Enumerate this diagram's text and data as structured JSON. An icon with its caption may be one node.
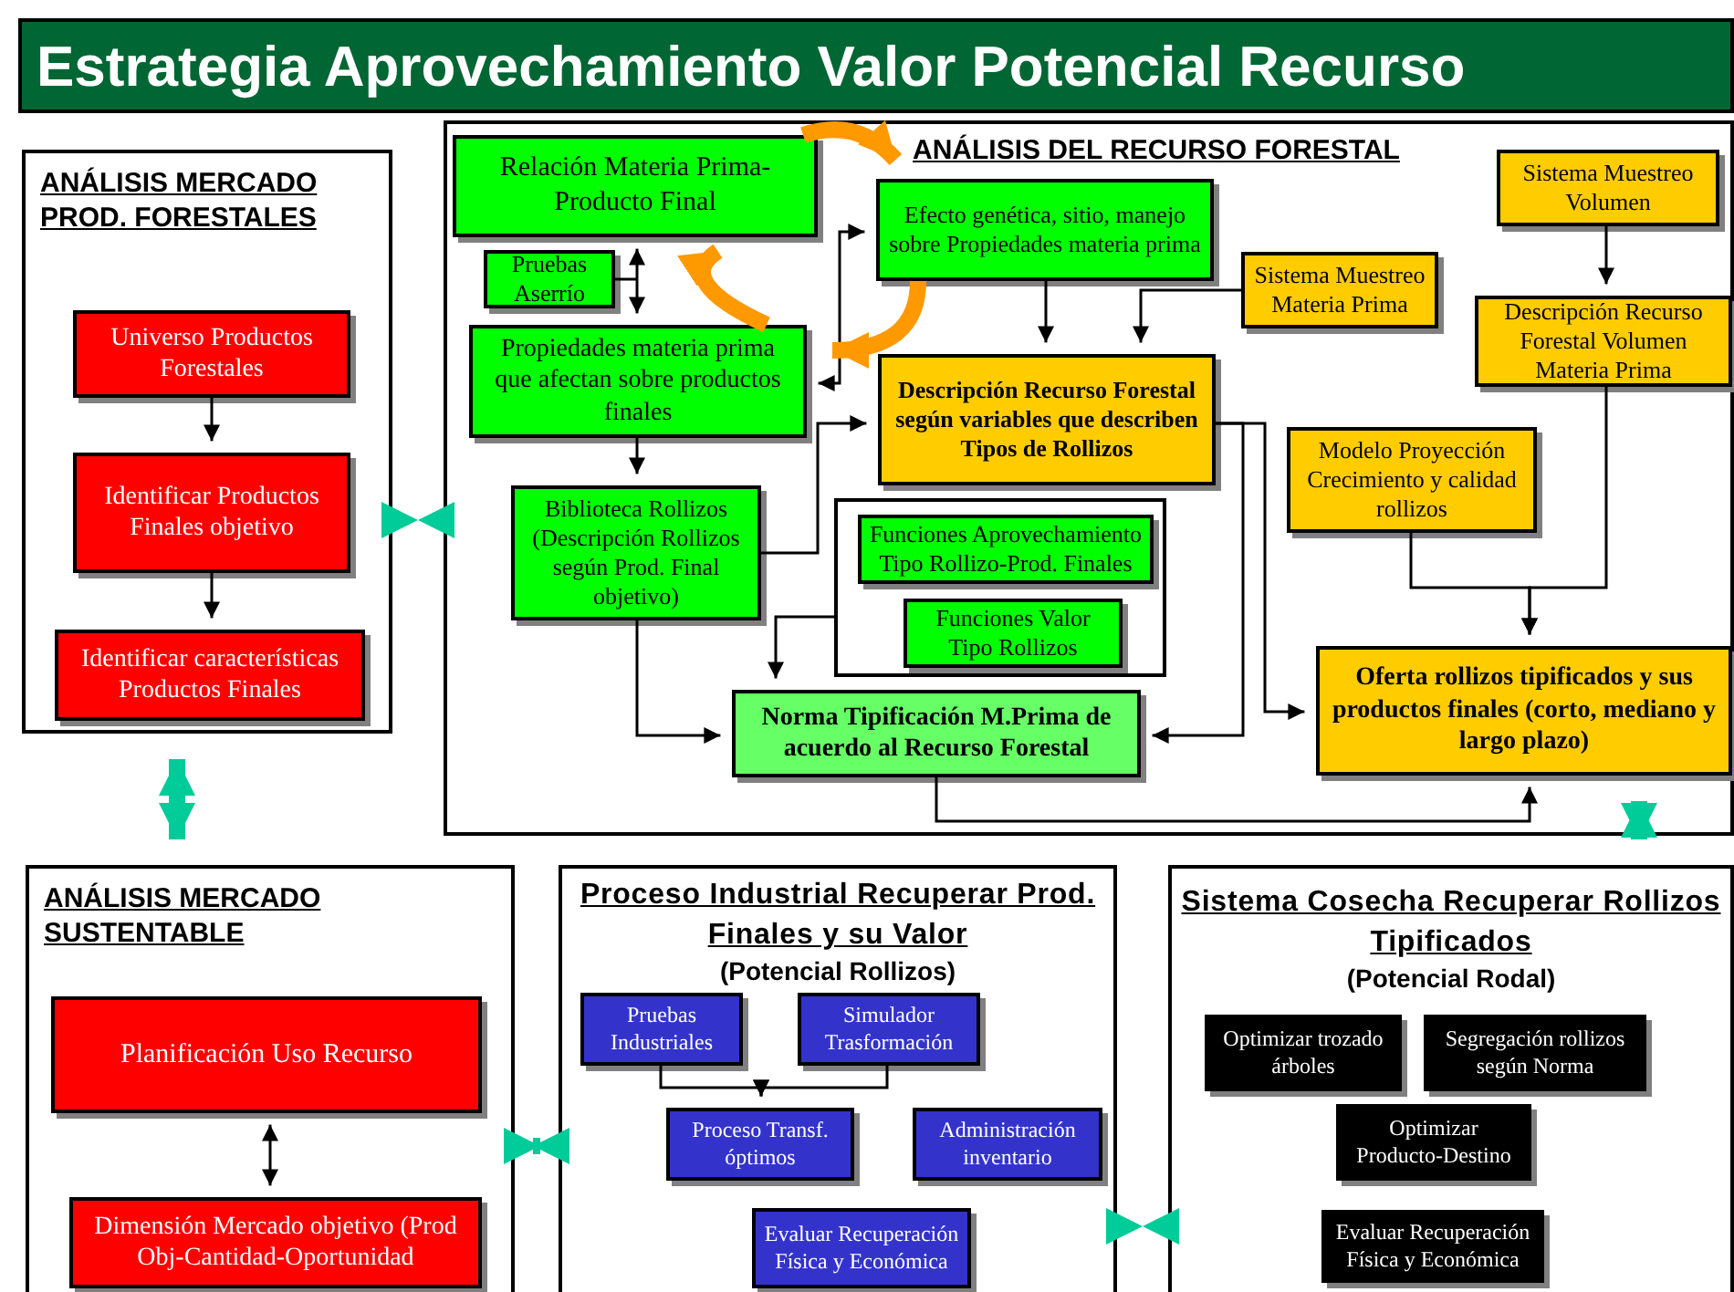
{
  "diagram": {
    "title": "Estrategia Aprovechamiento Valor Potencial Recurso",
    "nodes": [
      {
        "text": [
          "ANÁLISIS MERCADO PROD. FORESTALES"
        ]
      },
      {
        "text": [
          "Universo Productos Forestales"
        ],
        "in": 0
      },
      {
        "text": [
          "Identificar Productos Finales objetivo"
        ],
        "in": 0
      },
      {
        "text": [
          "Identificar características Productos Finales"
        ],
        "in": 0
      },
      {
        "text": [
          "ANÁLISIS DEL RECURSO FORESTAL"
        ]
      },
      {
        "text": [
          "Relación Materia Prima-Producto Final"
        ],
        "in": 4
      },
      {
        "text": [
          "Pruebas Aserrío"
        ],
        "in": 4
      },
      {
        "text": [
          "Efecto genética, sitio, manejo sobre Propiedades materia prima"
        ],
        "in": 4
      },
      {
        "text": [
          "Propiedades materia prima que afectan sobre productos finales"
        ],
        "in": 4
      },
      {
        "text": [
          "Sistema Muestreo Materia Prima"
        ],
        "in": 4
      },
      {
        "text": [
          "Sistema Muestreo Volumen"
        ],
        "in": 4
      },
      {
        "text": [
          "Descripción Recurso Forestal según variables que describen Tipos de Rollizos"
        ],
        "in": 4
      },
      {
        "text": [
          "Descripción Recurso Forestal Volumen Materia Prima"
        ],
        "in": 4
      },
      {
        "text": [
          "Biblioteca Rollizos (Descripción Rollizos según Prod. Final objetivo)"
        ],
        "in": 4
      },
      {
        "text": [
          "Modelo Proyección Crecimiento y calidad rollizos"
        ],
        "in": 4
      },
      {
        "text": [],
        "shape": "box",
        "in": 4
      },
      {
        "text": [
          "Funciones Aprovechamiento Tipo Rollizo-Prod. Finales"
        ],
        "in": 15
      },
      {
        "text": [
          "Funciones Valor Tipo Rollizos"
        ],
        "in": 15
      },
      {
        "text": [
          "Norma Tipificación M.Prima de acuerdo al Recurso Forestal"
        ],
        "in": 4
      },
      {
        "text": [
          "Oferta rollizos tipificados y sus productos finales (corto, mediano y largo plazo)"
        ],
        "in": 4
      },
      {
        "text": [
          "ANÁLISIS MERCADO SUSTENTABLE"
        ]
      },
      {
        "text": [
          "Planificación Uso Recurso"
        ],
        "in": 20
      },
      {
        "text": [
          "Dimensión Mercado objetivo (Prod Obj-Cantidad-Oportunidad"
        ],
        "in": 20
      },
      {
        "text": [
          "Proceso Industrial Recuperar Prod. Finales y su Valor",
          "(Potencial Rollizos)"
        ]
      },
      {
        "text": [
          "Pruebas Industriales"
        ],
        "in": 23
      },
      {
        "text": [
          "Simulador Trasformación"
        ],
        "in": 23
      },
      {
        "text": [
          "Proceso Transf. óptimos"
        ],
        "in": 23
      },
      {
        "text": [
          "Administración inventario"
        ],
        "in": 23
      },
      {
        "text": [
          "Evaluar Recuperación Física y Económica"
        ],
        "in": 23
      },
      {
        "text": [
          "Sistema Cosecha Recuperar Rollizos Tipificados",
          "(Potencial Rodal)"
        ]
      },
      {
        "text": [
          "Optimizar trozado árboles"
        ],
        "in": 29
      },
      {
        "text": [
          "Segregación rollizos según Norma"
        ],
        "in": 29
      },
      {
        "text": [
          "Optimizar Producto-Destino"
        ],
        "in": 29
      },
      {
        "text": [
          "Evaluar Recuperación Física y Económica"
        ],
        "in": 29
      }
    ],
    "edges": [
      {
        "from": 1,
        "to": 2,
        "arrow": "to"
      },
      {
        "from": 2,
        "to": 3,
        "arrow": "to"
      },
      {
        "from": 0,
        "to": 4,
        "arrow": "both",
        "style": "thick",
        "color": "#00cc99"
      },
      {
        "from": 0,
        "to": 20,
        "arrow": "both",
        "style": "thick",
        "color": "#00cc99"
      },
      {
        "from": 19,
        "to": 29,
        "arrow": "both",
        "style": "thick",
        "color": "#00cc99"
      },
      {
        "from": 20,
        "to": 23,
        "arrow": "both",
        "style": "thick",
        "color": "#00cc99"
      },
      {
        "from": 23,
        "to": 29,
        "arrow": "both",
        "style": "thick",
        "color": "#00cc99"
      },
      {
        "from": 5,
        "to": 8,
        "arrow": "both"
      },
      {
        "from": 6,
        "to": null,
        "arrow": "none"
      },
      {
        "from": 8,
        "to": 13,
        "arrow": "to"
      },
      {
        "from": 8,
        "to": 7,
        "arrow": "both"
      },
      {
        "from": 5,
        "to": 7,
        "arrow": "to",
        "style": "thick",
        "color": "#ff9900"
      },
      {
        "from": 7,
        "to": 8,
        "arrow": "to",
        "style": "thick",
        "color": "#ff9900"
      },
      {
        "from": 8,
        "to": 5,
        "arrow": "to",
        "style": "thick",
        "color": "#ff9900"
      },
      {
        "from": 7,
        "to": 11,
        "arrow": "to"
      },
      {
        "from": 9,
        "to": 11,
        "arrow": "to"
      },
      {
        "from": 10,
        "to": 12,
        "arrow": "to"
      },
      {
        "from": 13,
        "to": 11,
        "arrow": "to"
      },
      {
        "from": 13,
        "to": 18,
        "arrow": "to"
      },
      {
        "from": 15,
        "to": 18,
        "arrow": "to"
      },
      {
        "from": 11,
        "to": 19,
        "arrow": "to"
      },
      {
        "from": 11,
        "to": 18,
        "arrow": "to"
      },
      {
        "from": 14,
        "to": 19,
        "arrow": "to"
      },
      {
        "from": 12,
        "to": 19,
        "arrow": "to"
      },
      {
        "from": 18,
        "to": 19,
        "arrow": "to"
      },
      {
        "from": 21,
        "to": 22,
        "arrow": "both"
      },
      {
        "from": 24,
        "to": 26,
        "arrow": "to"
      },
      {
        "from": 25,
        "to": 26,
        "arrow": "to"
      }
    ]
  }
}
